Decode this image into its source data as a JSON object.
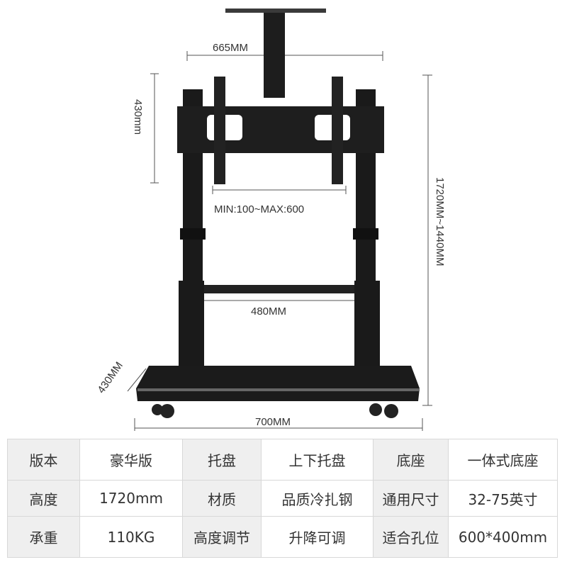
{
  "diagram": {
    "top_width": "665MM",
    "bracket_height": "430mm",
    "vesa_range": "MIN:100~MAX:600",
    "total_height": "1720MM~1440MM",
    "tray_width": "480MM",
    "base_depth": "430MM",
    "base_width": "700MM"
  },
  "specs": [
    [
      {
        "k": "版本",
        "v": "豪华版"
      },
      {
        "k": "托盘",
        "v": "上下托盘"
      },
      {
        "k": "底座",
        "v": "一体式底座"
      }
    ],
    [
      {
        "k": "高度",
        "v": "1720mm"
      },
      {
        "k": "材质",
        "v": "品质冷扎钢"
      },
      {
        "k": "通用尺寸",
        "v": "32-75英寸"
      }
    ],
    [
      {
        "k": "承重",
        "v": "110KG"
      },
      {
        "k": "高度调节",
        "v": "升降可调"
      },
      {
        "k": "适合孔位",
        "v": "600*400mm"
      }
    ]
  ]
}
